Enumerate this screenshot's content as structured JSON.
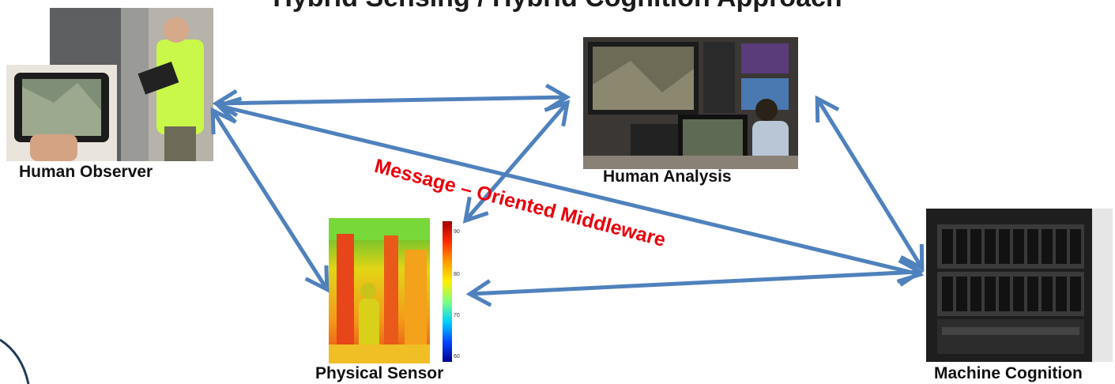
{
  "title": "Hybrid Sensing / Hybrid Cognition Approach",
  "nodes": {
    "human_observer": {
      "label": "Human Observer"
    },
    "human_analysis": {
      "label": "Human Analysis"
    },
    "physical_sensor": {
      "label": "Physical Sensor"
    },
    "machine_cognition": {
      "label": "Machine Cognition"
    }
  },
  "middleware_label": "Message – Oriented Middleware",
  "colorbar_ticks": [
    "90",
    "80",
    "70",
    "60"
  ],
  "colors": {
    "arrow": "#4f81bd",
    "middleware_text": "#e8000b",
    "title_text": "#1b1b1b"
  },
  "edges": [
    {
      "from": "human_observer",
      "to": "human_analysis",
      "bidirectional": true
    },
    {
      "from": "human_observer",
      "to": "physical_sensor",
      "bidirectional": true
    },
    {
      "from": "human_observer",
      "to": "machine_cognition",
      "bidirectional": true
    },
    {
      "from": "human_analysis",
      "to": "physical_sensor",
      "bidirectional": true
    },
    {
      "from": "human_analysis",
      "to": "machine_cognition",
      "bidirectional": true
    },
    {
      "from": "physical_sensor",
      "to": "machine_cognition",
      "bidirectional": true
    }
  ]
}
